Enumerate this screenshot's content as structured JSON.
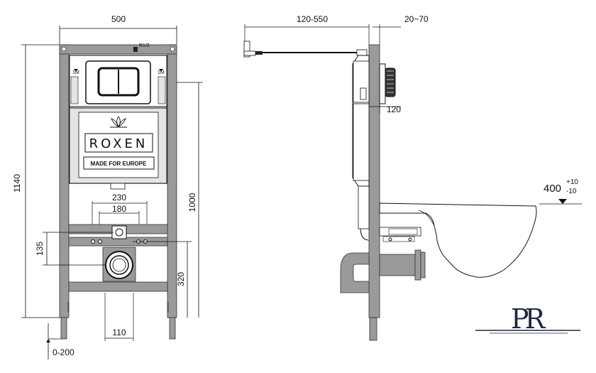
{
  "front_view": {
    "width_label": "500",
    "height_label": "1140",
    "frame_height_label": "1000",
    "pipe_label": "R1/2",
    "valve_label_left": "1M",
    "valve_label_right": "1M",
    "brand": "ROXEN",
    "made_label": "MADE FOR EUROPE",
    "bracket_outer_label": "230",
    "bracket_inner_label": "180",
    "drain_height_label": "135",
    "outlet_height_label": "320",
    "outlet_width_label": "110",
    "foot_adjust_label": "0-200"
  },
  "side_view": {
    "depth_label": "120-550",
    "wall_gap_label": "20~70",
    "cistern_depth_label": "120",
    "bowl_height_label": "400",
    "bowl_tolerance_plus": "+10",
    "bowl_tolerance_minus": "-10"
  },
  "logo": {
    "text": "PR"
  },
  "colors": {
    "frame": "#9a9a9a",
    "frame_dark": "#6e6e6e",
    "line": "#111111",
    "fill_light": "#e4e4e4"
  }
}
